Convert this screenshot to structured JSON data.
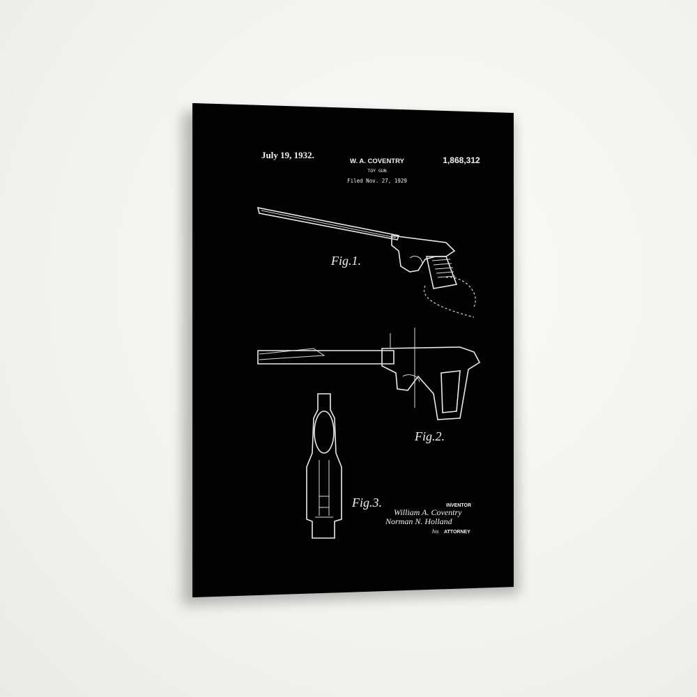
{
  "patent": {
    "date": "July 19, 1932.",
    "inventor_name": "W. A. COVENTRY",
    "title": "TOY GUN",
    "filed": "Filed Nov. 27, 1929",
    "number": "1,868,312"
  },
  "figures": {
    "fig1": "Fig.1.",
    "fig2": "Fig.2.",
    "fig3": "Fig.3."
  },
  "signature_block": {
    "inventor_label": "INVENTOR",
    "inventor_signature": "William A. Coventry",
    "attorney_signature": "Norman N. Holland",
    "attorney_prefix": "his",
    "attorney_label": "ATTORNEY"
  },
  "colors": {
    "wall": "#f3f3f1",
    "canvas": "#000000",
    "drawing": "#eaeaea"
  }
}
